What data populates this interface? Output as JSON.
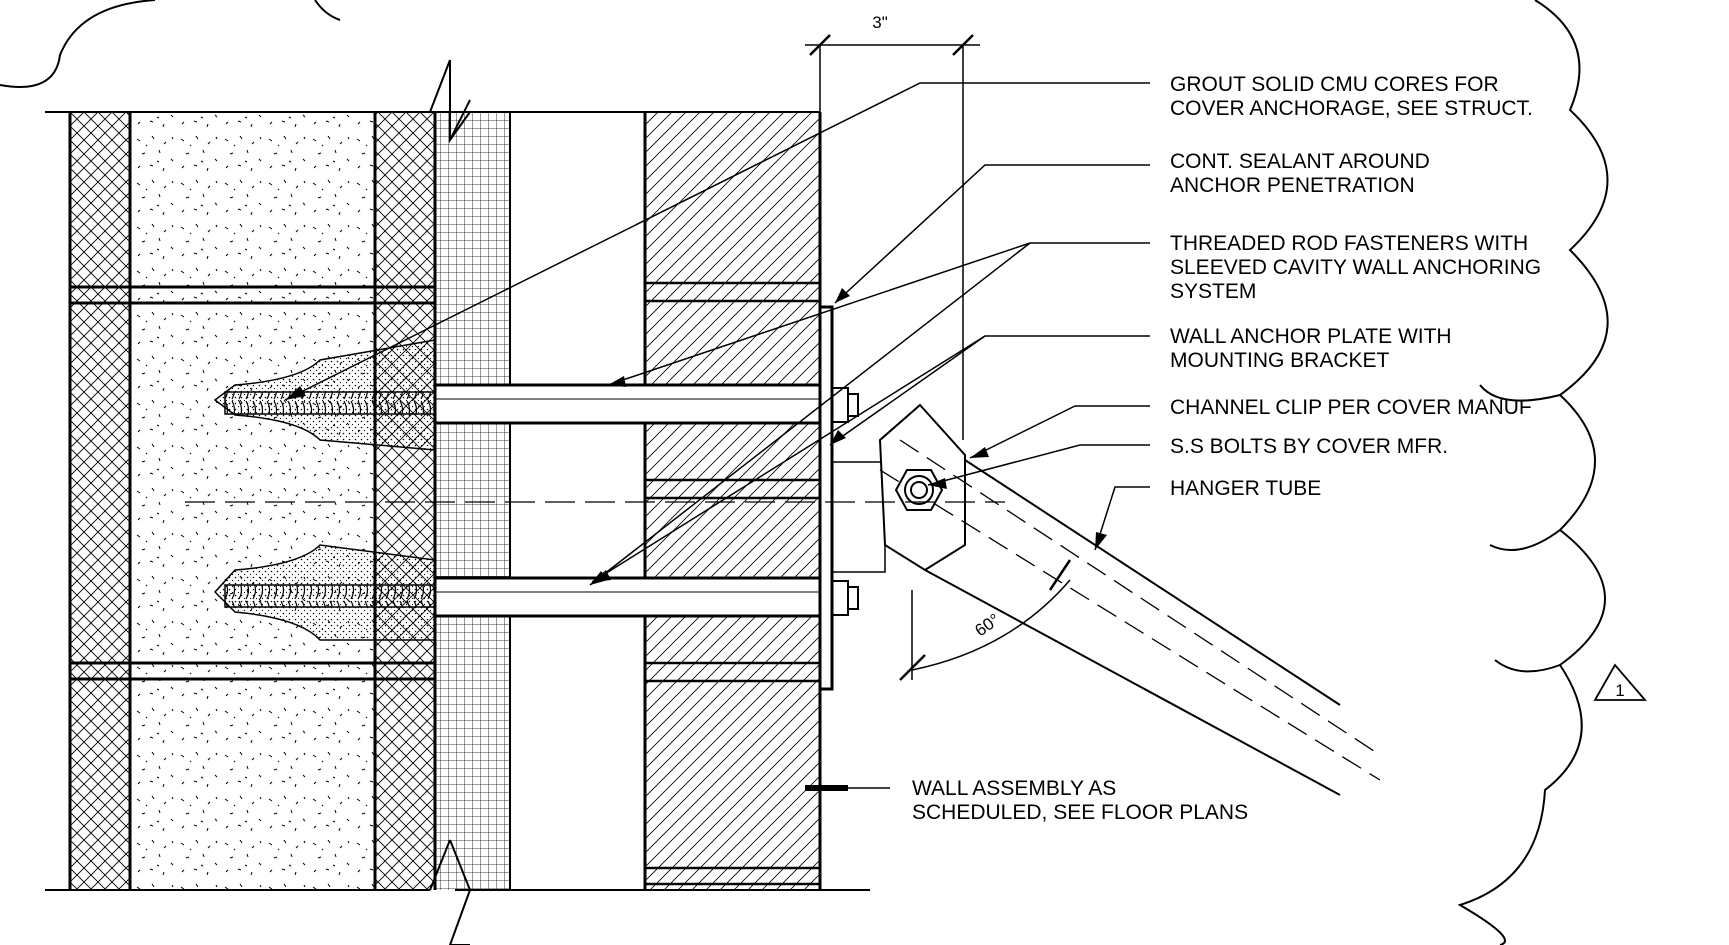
{
  "dimension": {
    "value": "3\""
  },
  "angle": {
    "value": "60°"
  },
  "revision": {
    "value": "1"
  },
  "callouts": [
    {
      "lines": [
        "GROUT SOLID CMU CORES FOR",
        "COVER ANCHORAGE, SEE STRUCT."
      ]
    },
    {
      "lines": [
        "CONT. SEALANT AROUND",
        "ANCHOR PENETRATION"
      ]
    },
    {
      "lines": [
        "THREADED ROD FASTENERS WITH",
        "SLEEVED CAVITY WALL ANCHORING",
        "SYSTEM"
      ]
    },
    {
      "lines": [
        "WALL ANCHOR PLATE WITH",
        "MOUNTING BRACKET"
      ]
    },
    {
      "lines": [
        "CHANNEL CLIP PER COVER MANUF"
      ]
    },
    {
      "lines": [
        "S.S BOLTS BY COVER MFR."
      ]
    },
    {
      "lines": [
        "HANGER TUBE"
      ]
    },
    {
      "lines": [
        "WALL ASSEMBLY AS",
        "SCHEDULED, SEE FLOOR PLANS"
      ]
    }
  ]
}
